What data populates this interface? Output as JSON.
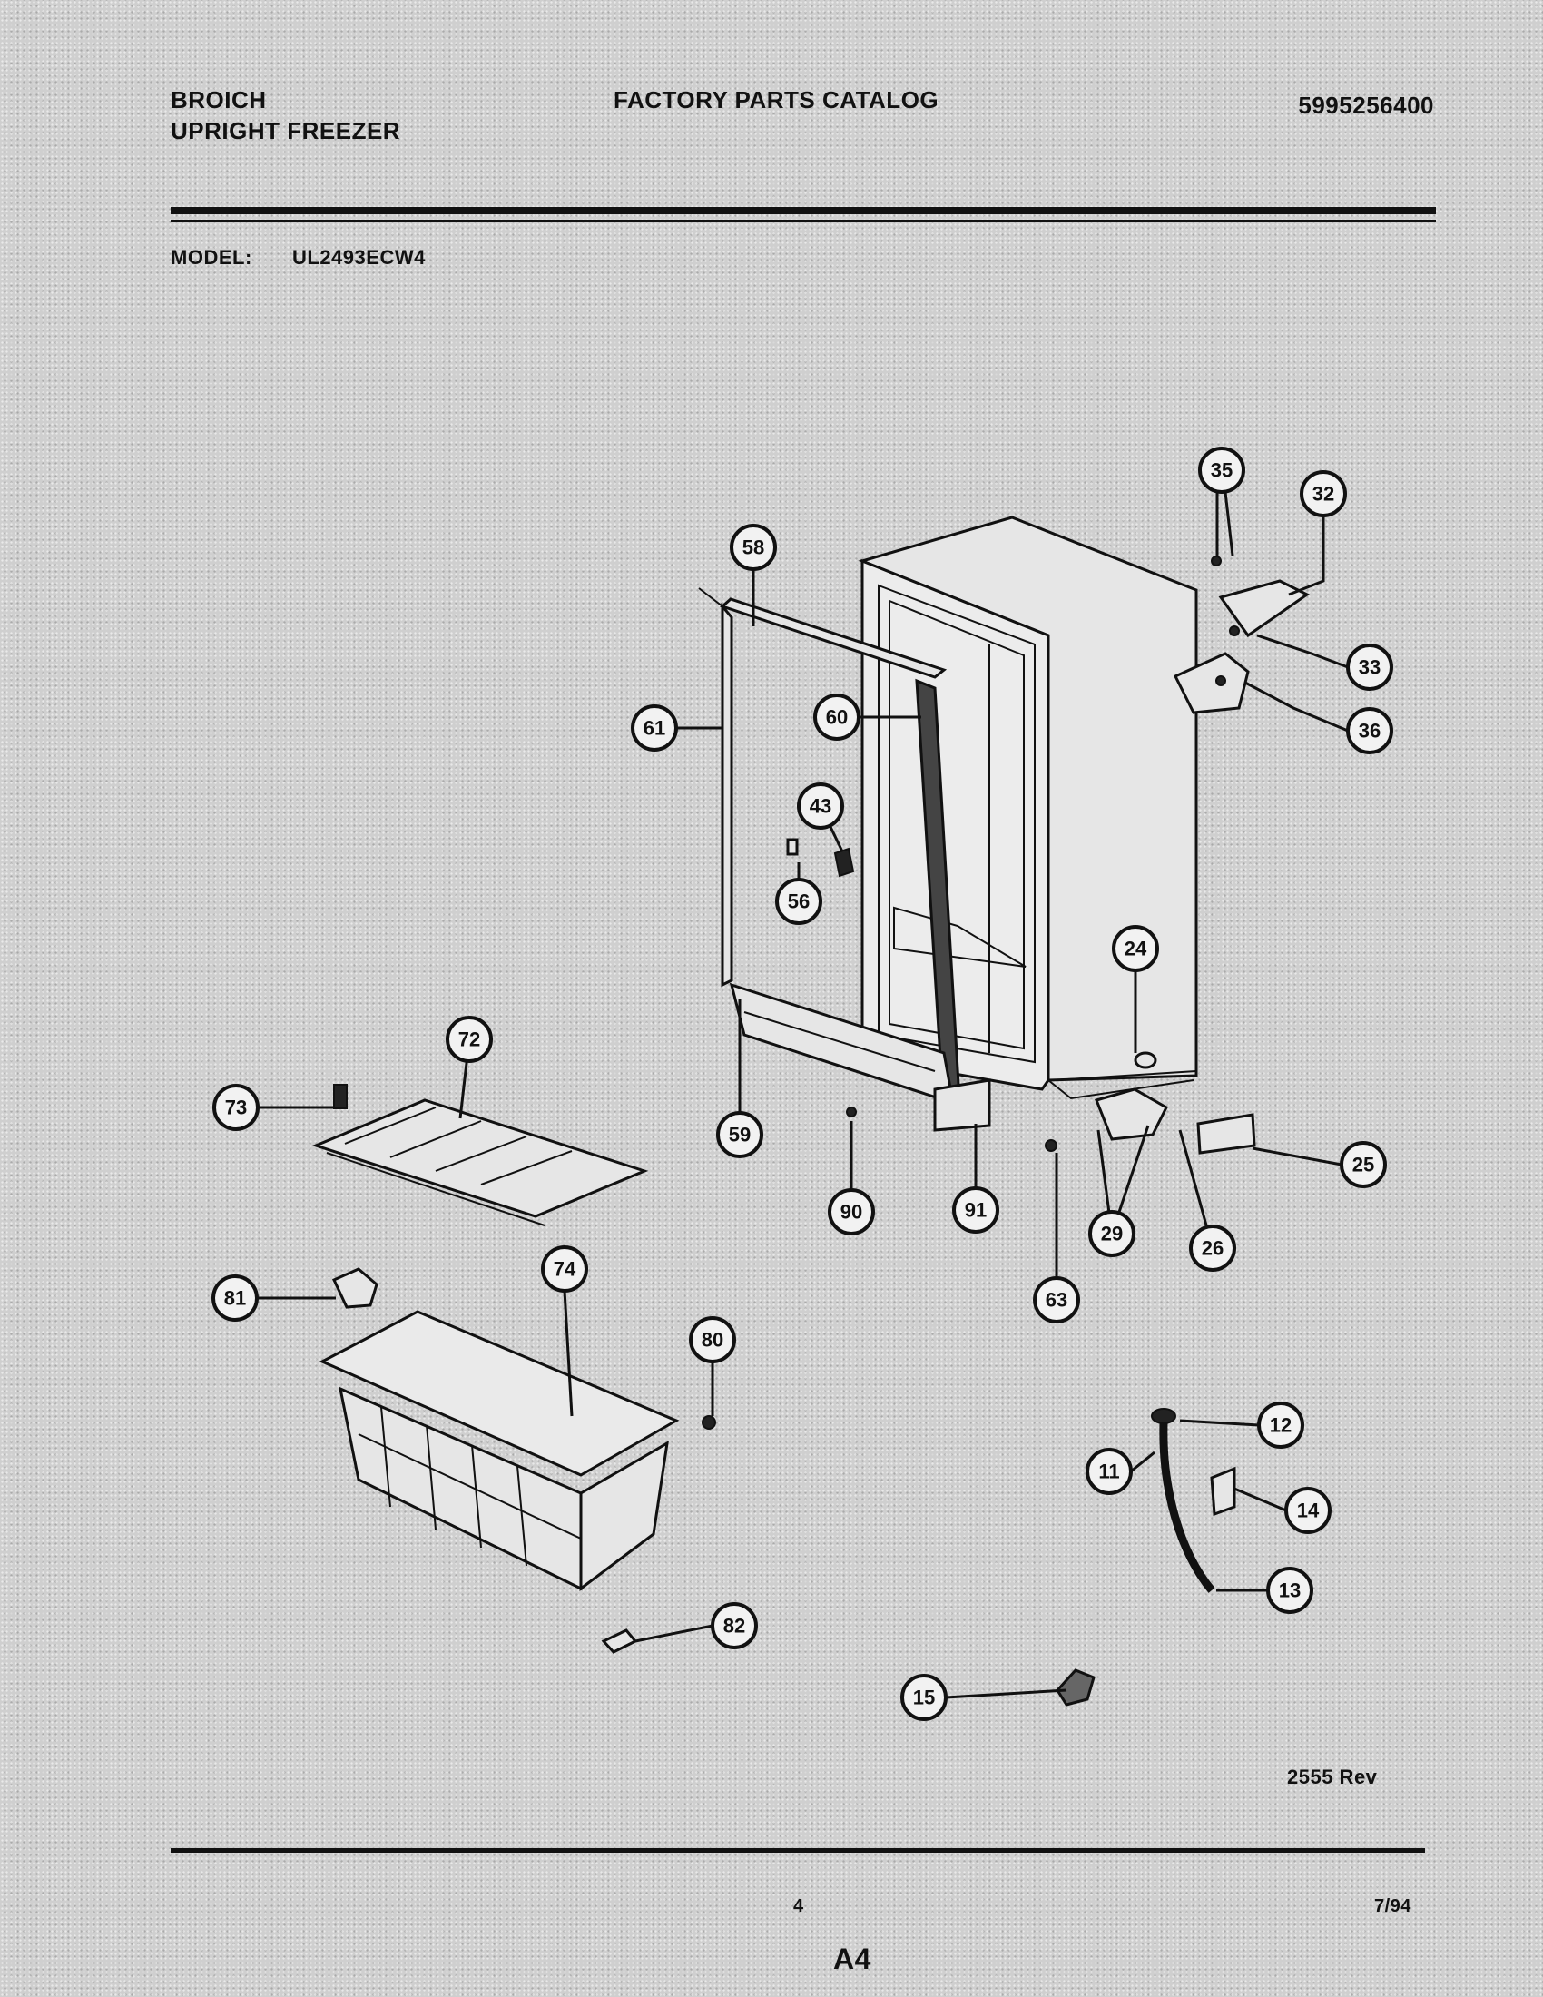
{
  "header": {
    "brand": "BROICH",
    "product": "UPRIGHT FREEZER",
    "catalog_title": "FACTORY PARTS CATALOG",
    "catalog_number": "5995256400"
  },
  "model": {
    "label": "MODEL:",
    "value": "UL2493ECW4"
  },
  "diagram": {
    "callouts": [
      "35",
      "32",
      "58",
      "33",
      "36",
      "61",
      "60",
      "43",
      "56",
      "24",
      "72",
      "73",
      "59",
      "90",
      "91",
      "25",
      "29",
      "26",
      "63",
      "81",
      "74",
      "80",
      "12",
      "11",
      "14",
      "13",
      "82",
      "15"
    ]
  },
  "footer": {
    "revision": "2555 Rev",
    "page_number": "4",
    "date": "7/94",
    "section": "A4"
  }
}
